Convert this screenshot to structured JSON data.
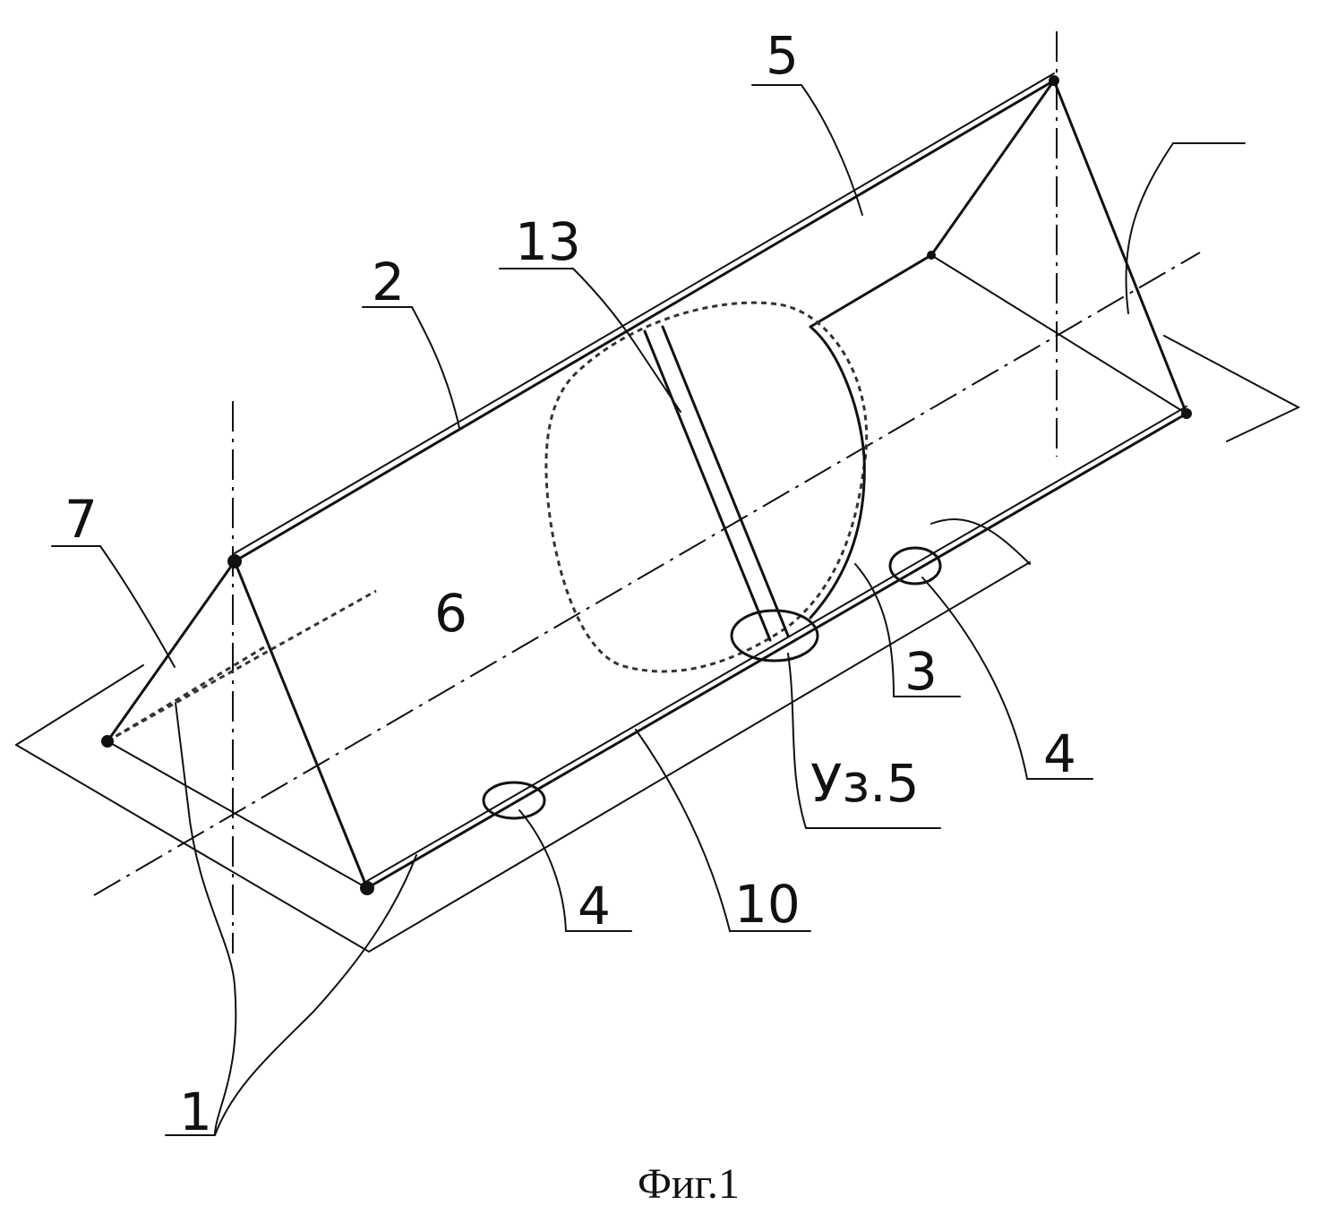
{
  "labels": {
    "l1": "1",
    "l2": "2",
    "l3": "3",
    "l4a": "4",
    "l4b": "4",
    "l5": "5",
    "l6": "6",
    "l7": "7",
    "l10": "10",
    "l13": "13",
    "detail": "Уз.5"
  },
  "caption": "Фиг.1"
}
